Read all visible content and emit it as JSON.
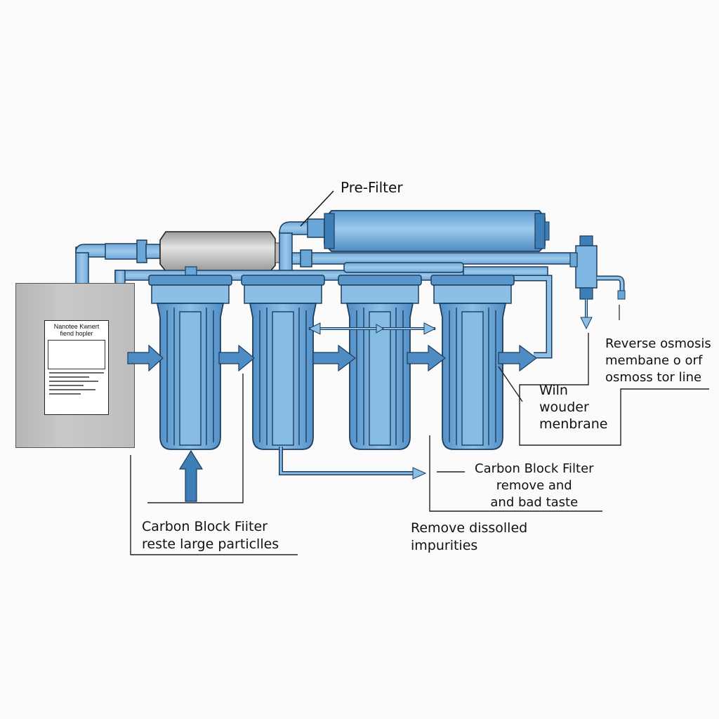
{
  "colors": {
    "background": "#fbfbfb",
    "housing_light": "#8cbfe6",
    "housing_mid": "#6aa6d8",
    "housing_dark": "#3f7fb8",
    "outline": "#1d3d5e",
    "sediment_cartridge": "#c9c9c9",
    "label_text": "#111111"
  },
  "diagram": {
    "title_label": "Pre-Filter",
    "control_panel": {
      "placard_title": "Nanotee Kwnert\nfiend hopler"
    },
    "labels": {
      "reverse_osmosis": "Reverse osmosis\nmembane o orf\nosmoss tor line",
      "membrane": "Wiln\nwouder\nmenbrane",
      "carbon_block_right": "Carbon Block Filter\nremove and\nand bad taste",
      "carbon_block_left": "Carbon Block Fiiter\nreste large particlles",
      "dissolved": "Remove dissolled\nimpurities"
    },
    "components": [
      {
        "name": "sediment-cartridge",
        "type": "inline-filter"
      },
      {
        "name": "ro-membrane-housing",
        "type": "inline-filter"
      },
      {
        "name": "filter-housing-1",
        "type": "canister"
      },
      {
        "name": "filter-housing-2",
        "type": "canister"
      },
      {
        "name": "filter-housing-3",
        "type": "canister"
      },
      {
        "name": "filter-housing-4",
        "type": "canister"
      },
      {
        "name": "faucet-valve",
        "type": "valve"
      }
    ]
  }
}
